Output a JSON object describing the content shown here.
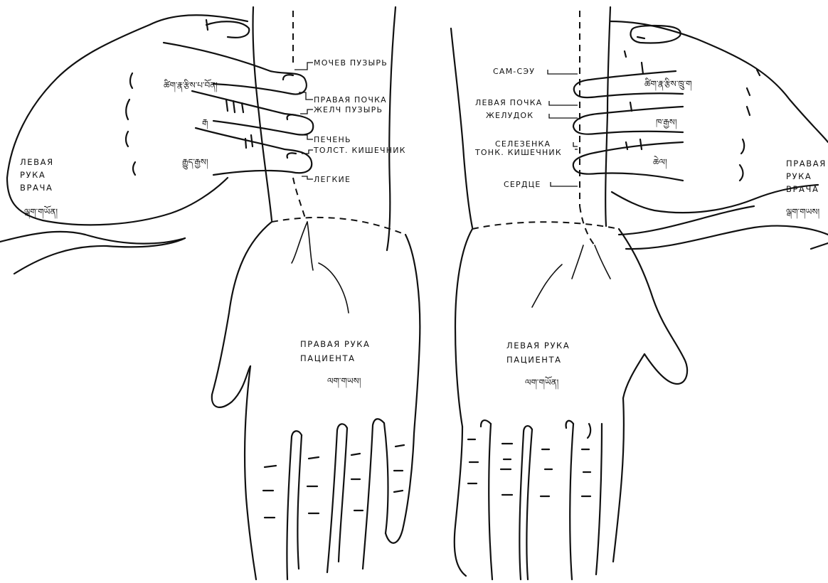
{
  "right_side_labels": [
    "МОЧЕВ ПУЗЫРЬ",
    "ПРАВАЯ ПОЧКА",
    "ЖЕЛЧ ПУЗЫРЬ",
    "ПЕЧЕНЬ",
    "ТОЛСТ. КИШЕЧНИК",
    "ЛЕГКИЕ"
  ],
  "left_side_labels": [
    "САМ-СЭУ",
    "ЛЕВАЯ ПОЧКА",
    "ЖЕЛУДОК",
    "СЕЛЕЗЕНКА",
    "ТОНК. КИШЕЧНИК",
    "СЕРДЦЕ"
  ],
  "doctor_left_hand": {
    "lines": [
      "ЛЕВАЯ",
      "РУКА",
      "ВРАЧА"
    ],
    "tibetan": "ལྒག་གཡོན།",
    "finger_tibetan": [
      "ཚིག་རྣ་རྩིས་པ་བོན།",
      "རྒ",
      "རྒྱུད་རྒྱས།"
    ]
  },
  "doctor_right_hand": {
    "lines": [
      "ПРАВАЯ",
      "РУКА",
      "ВРАЧА"
    ],
    "tibetan": "ལྒག་གཡས།",
    "finger_tibetan": [
      "ཚིག་རྣ་རྩིས་ཁྲུ་ག",
      "ཁ་རྒྱས།",
      "ཆེལ།"
    ]
  },
  "patient_right_hand": {
    "lines": [
      "ПРАВАЯ  РУКА",
      "ПАЦИЕНТА"
    ],
    "tibetan": "ལག་གཡས།"
  },
  "patient_left_hand": {
    "lines": [
      "ЛЕВАЯ  РУКА",
      "ПАЦИЕНТА"
    ],
    "tibetan": "ལག་གཡོན།"
  }
}
